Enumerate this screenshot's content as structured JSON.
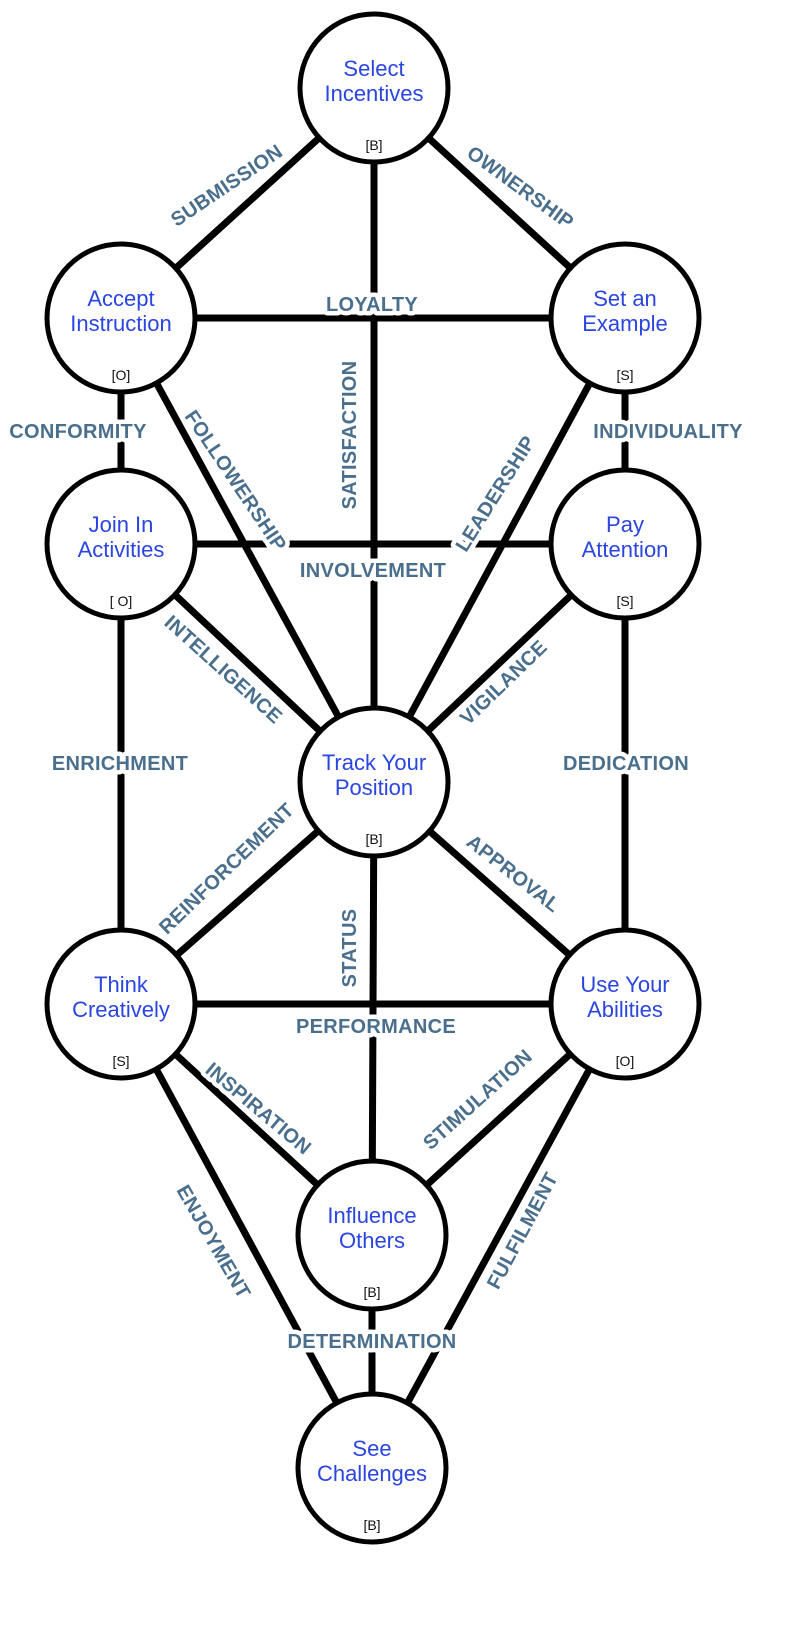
{
  "colors": {
    "line": "#000000",
    "node_fill": "#ffffff",
    "node_title": "#2b45e0",
    "node_tag": "#111111",
    "edge_label": "#4a6f8c"
  },
  "nodes": [
    {
      "id": "select",
      "lines": [
        "Select",
        "Incentives"
      ],
      "tag": "[B]"
    },
    {
      "id": "accept",
      "lines": [
        "Accept",
        "Instruction"
      ],
      "tag": "[O]"
    },
    {
      "id": "example",
      "lines": [
        "Set an",
        "Example"
      ],
      "tag": "[S]"
    },
    {
      "id": "join",
      "lines": [
        "Join In",
        "Activities"
      ],
      "tag": "[ O]"
    },
    {
      "id": "attention",
      "lines": [
        "Pay",
        "Attention"
      ],
      "tag": "[S]"
    },
    {
      "id": "track",
      "lines": [
        "Track Your",
        "Position"
      ],
      "tag": "[B]"
    },
    {
      "id": "think",
      "lines": [
        "Think",
        "Creatively"
      ],
      "tag": "[S]"
    },
    {
      "id": "abilities",
      "lines": [
        "Use Your",
        "Abilities"
      ],
      "tag": "[O]"
    },
    {
      "id": "influence",
      "lines": [
        "Influence",
        "Others"
      ],
      "tag": "[B]"
    },
    {
      "id": "challenges",
      "lines": [
        "See",
        "Challenges"
      ],
      "tag": "[B]"
    }
  ],
  "edges": [
    {
      "from": "select",
      "to": "accept",
      "label": "SUBMISSION"
    },
    {
      "from": "select",
      "to": "example",
      "label": "OWNERSHIP"
    },
    {
      "from": "select",
      "to": "track",
      "label": "SATISFACTION"
    },
    {
      "from": "accept",
      "to": "example",
      "label": "LOYALTY"
    },
    {
      "from": "accept",
      "to": "join",
      "label": "CONFORMITY"
    },
    {
      "from": "accept",
      "to": "track",
      "label": "FOLLOWERSHIP"
    },
    {
      "from": "example",
      "to": "attention",
      "label": "INDIVIDUALITY"
    },
    {
      "from": "example",
      "to": "track",
      "label": "LEADERSHIP"
    },
    {
      "from": "join",
      "to": "attention",
      "label": "INVOLVEMENT"
    },
    {
      "from": "join",
      "to": "track",
      "label": "INTELLIGENCE"
    },
    {
      "from": "join",
      "to": "think",
      "label": "ENRICHMENT"
    },
    {
      "from": "attention",
      "to": "track",
      "label": "VIGILANCE"
    },
    {
      "from": "attention",
      "to": "abilities",
      "label": "DEDICATION"
    },
    {
      "from": "track",
      "to": "think",
      "label": "REINFORCEMENT"
    },
    {
      "from": "track",
      "to": "abilities",
      "label": "APPROVAL"
    },
    {
      "from": "track",
      "to": "influence",
      "label": "STATUS"
    },
    {
      "from": "think",
      "to": "abilities",
      "label": "PERFORMANCE"
    },
    {
      "from": "think",
      "to": "influence",
      "label": "INSPIRATION"
    },
    {
      "from": "think",
      "to": "challenges",
      "label": "ENJOYMENT"
    },
    {
      "from": "abilities",
      "to": "influence",
      "label": "STIMULATION"
    },
    {
      "from": "abilities",
      "to": "challenges",
      "label": "FULFILMENT"
    },
    {
      "from": "influence",
      "to": "challenges",
      "label": "DETERMINATION"
    }
  ]
}
